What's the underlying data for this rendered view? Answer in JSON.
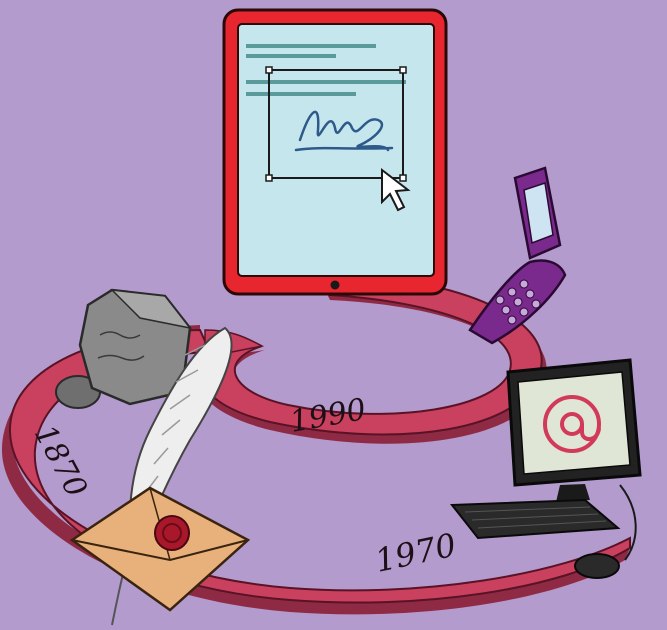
{
  "timeline": {
    "years": [
      "1870",
      "1970",
      "1990"
    ]
  },
  "colors": {
    "background": "#b39bcd",
    "ribbon": "#c9415f",
    "ribbon_edge": "#8f2a44",
    "tablet_frame": "#e8262f",
    "tablet_screen": "#c6e6ee",
    "signature": "#2e5a8a",
    "phone": "#7a2a8c",
    "monitor": "#222222",
    "monitor_screen": "#dfe6d6",
    "at_sign": "#d23a5a",
    "envelope": "#e8b07a",
    "wax_seal": "#a8182a",
    "stone": "#8a8a8a",
    "quill": "#eeeeee"
  },
  "icons": [
    "stone-tablet-icon",
    "quill-feather-icon",
    "sealed-envelope-icon",
    "flip-phone-icon",
    "computer-monitor-icon",
    "email-at-icon",
    "tablet-signature-icon",
    "cursor-arrow-icon"
  ]
}
